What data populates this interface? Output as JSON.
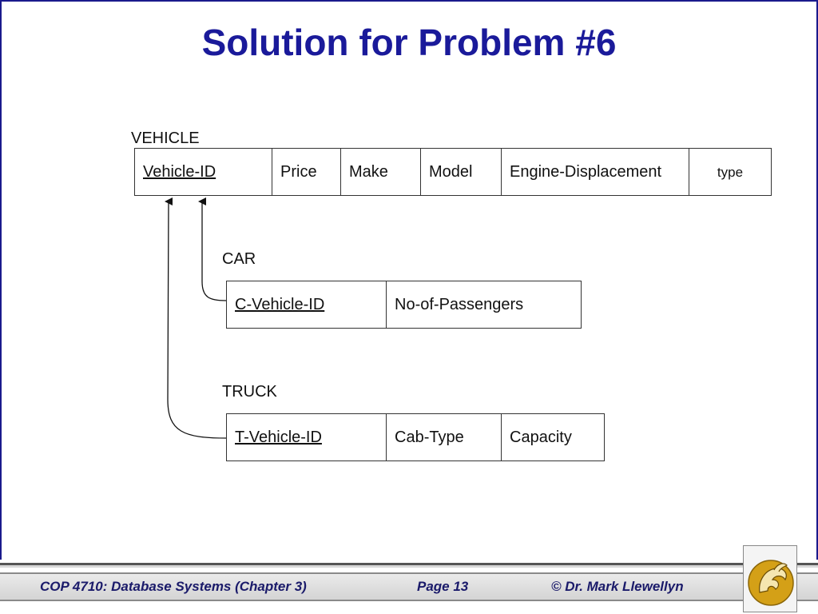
{
  "slide": {
    "title": "Solution for Problem #6"
  },
  "vehicle": {
    "label": "VEHICLE",
    "columns": [
      {
        "name": "Vehicle-ID",
        "key": true
      },
      {
        "name": "Price",
        "key": false
      },
      {
        "name": "Make",
        "key": false
      },
      {
        "name": "Model",
        "key": false
      },
      {
        "name": "Engine-Displacement",
        "key": false
      },
      {
        "name": "type",
        "key": false
      }
    ]
  },
  "car": {
    "label": "CAR",
    "columns": [
      {
        "name": "C-Vehicle-ID",
        "key": true
      },
      {
        "name": "No-of-Passengers",
        "key": false
      }
    ]
  },
  "truck": {
    "label": "TRUCK",
    "columns": [
      {
        "name": "T-Vehicle-ID",
        "key": true
      },
      {
        "name": "Cab-Type",
        "key": false
      },
      {
        "name": "Capacity",
        "key": false
      }
    ]
  },
  "footer": {
    "course": "COP 4710: Database Systems  (Chapter 3)",
    "page": "Page 13",
    "author": "© Dr. Mark Llewellyn"
  },
  "colors": {
    "title": "#1a1a9a",
    "footer_text": "#1a1a6a",
    "logo_gold": "#d4a017"
  }
}
